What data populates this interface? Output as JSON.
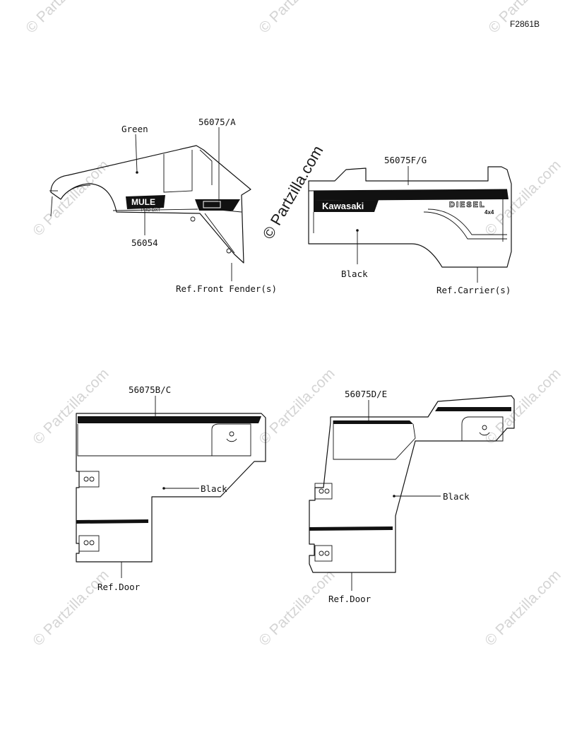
{
  "figure_code": "F2861B",
  "watermark": "© Partzilla.com",
  "callouts": {
    "green": "Green",
    "part_56075_a": "56075/A",
    "part_56054": "56054",
    "ref_front_fender": "Ref.Front Fender(s)",
    "part_56075_fg": "56075F/G",
    "black_carrier": "Black",
    "ref_carrier": "Ref.Carrier(s)",
    "part_56075_bc": "56075B/C",
    "black_door_left": "Black",
    "ref_door_left": "Ref.Door",
    "part_56075_de": "56075D/E",
    "black_door_right": "Black",
    "ref_door_right": "Ref.Door"
  },
  "decal_text": {
    "mule": "MULE",
    "pro": "PRO-DXT",
    "kawasaki": "Kawasaki",
    "diesel": "DIESEL",
    "four_by_four": "4x4"
  }
}
